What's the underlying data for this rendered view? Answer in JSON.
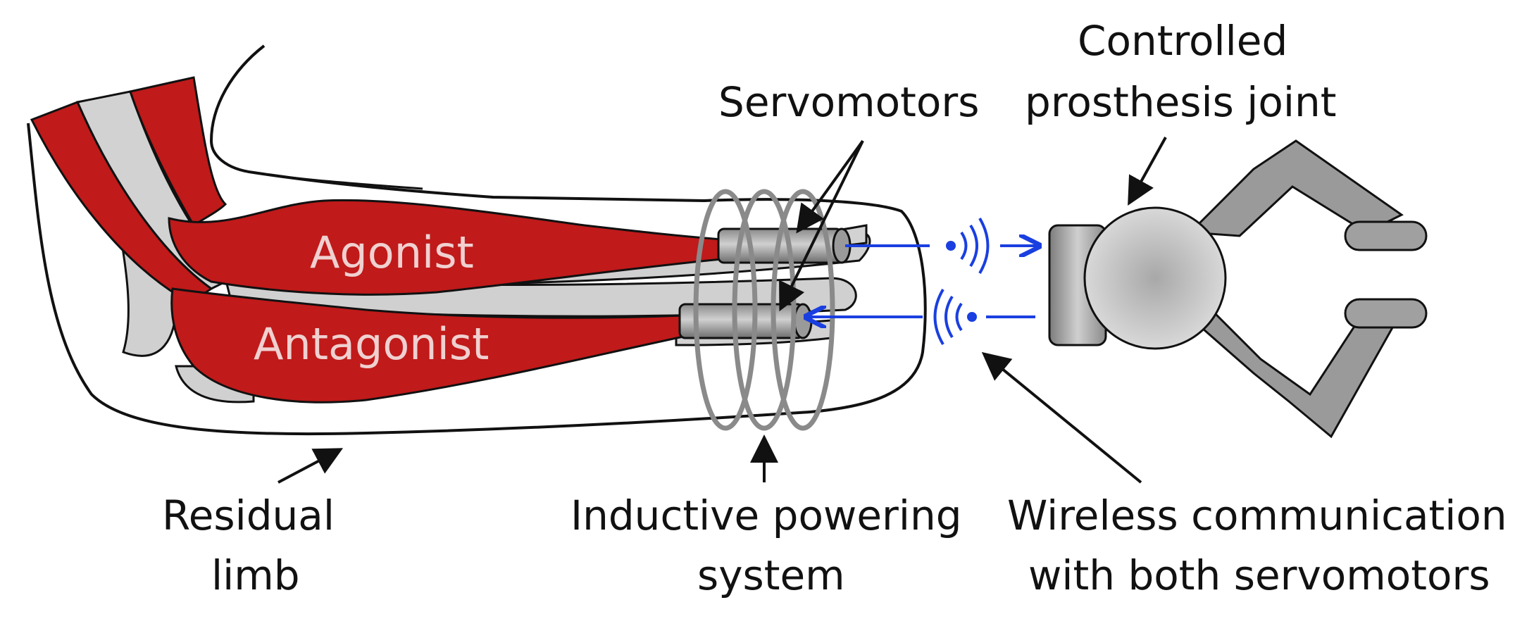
{
  "labels": {
    "servomotors": "Servomotors",
    "controlled_line1": "Controlled",
    "controlled_line2": "prosthesis joint",
    "agonist": "Agonist",
    "antagonist": "Antagonist",
    "residual_line1": "Residual",
    "residual_line2": "limb",
    "inductive_line1": "Inductive powering",
    "inductive_line2": "system",
    "wireless_line1": "Wireless communication",
    "wireless_line2": "with both servomotors"
  },
  "colors": {
    "muscle": "#c01a1a",
    "tendon": "#d2d2d2",
    "outline": "#111111",
    "metal": "#9a9a9a",
    "coil": "#8a8a8a",
    "signal": "#1a3fe0"
  }
}
